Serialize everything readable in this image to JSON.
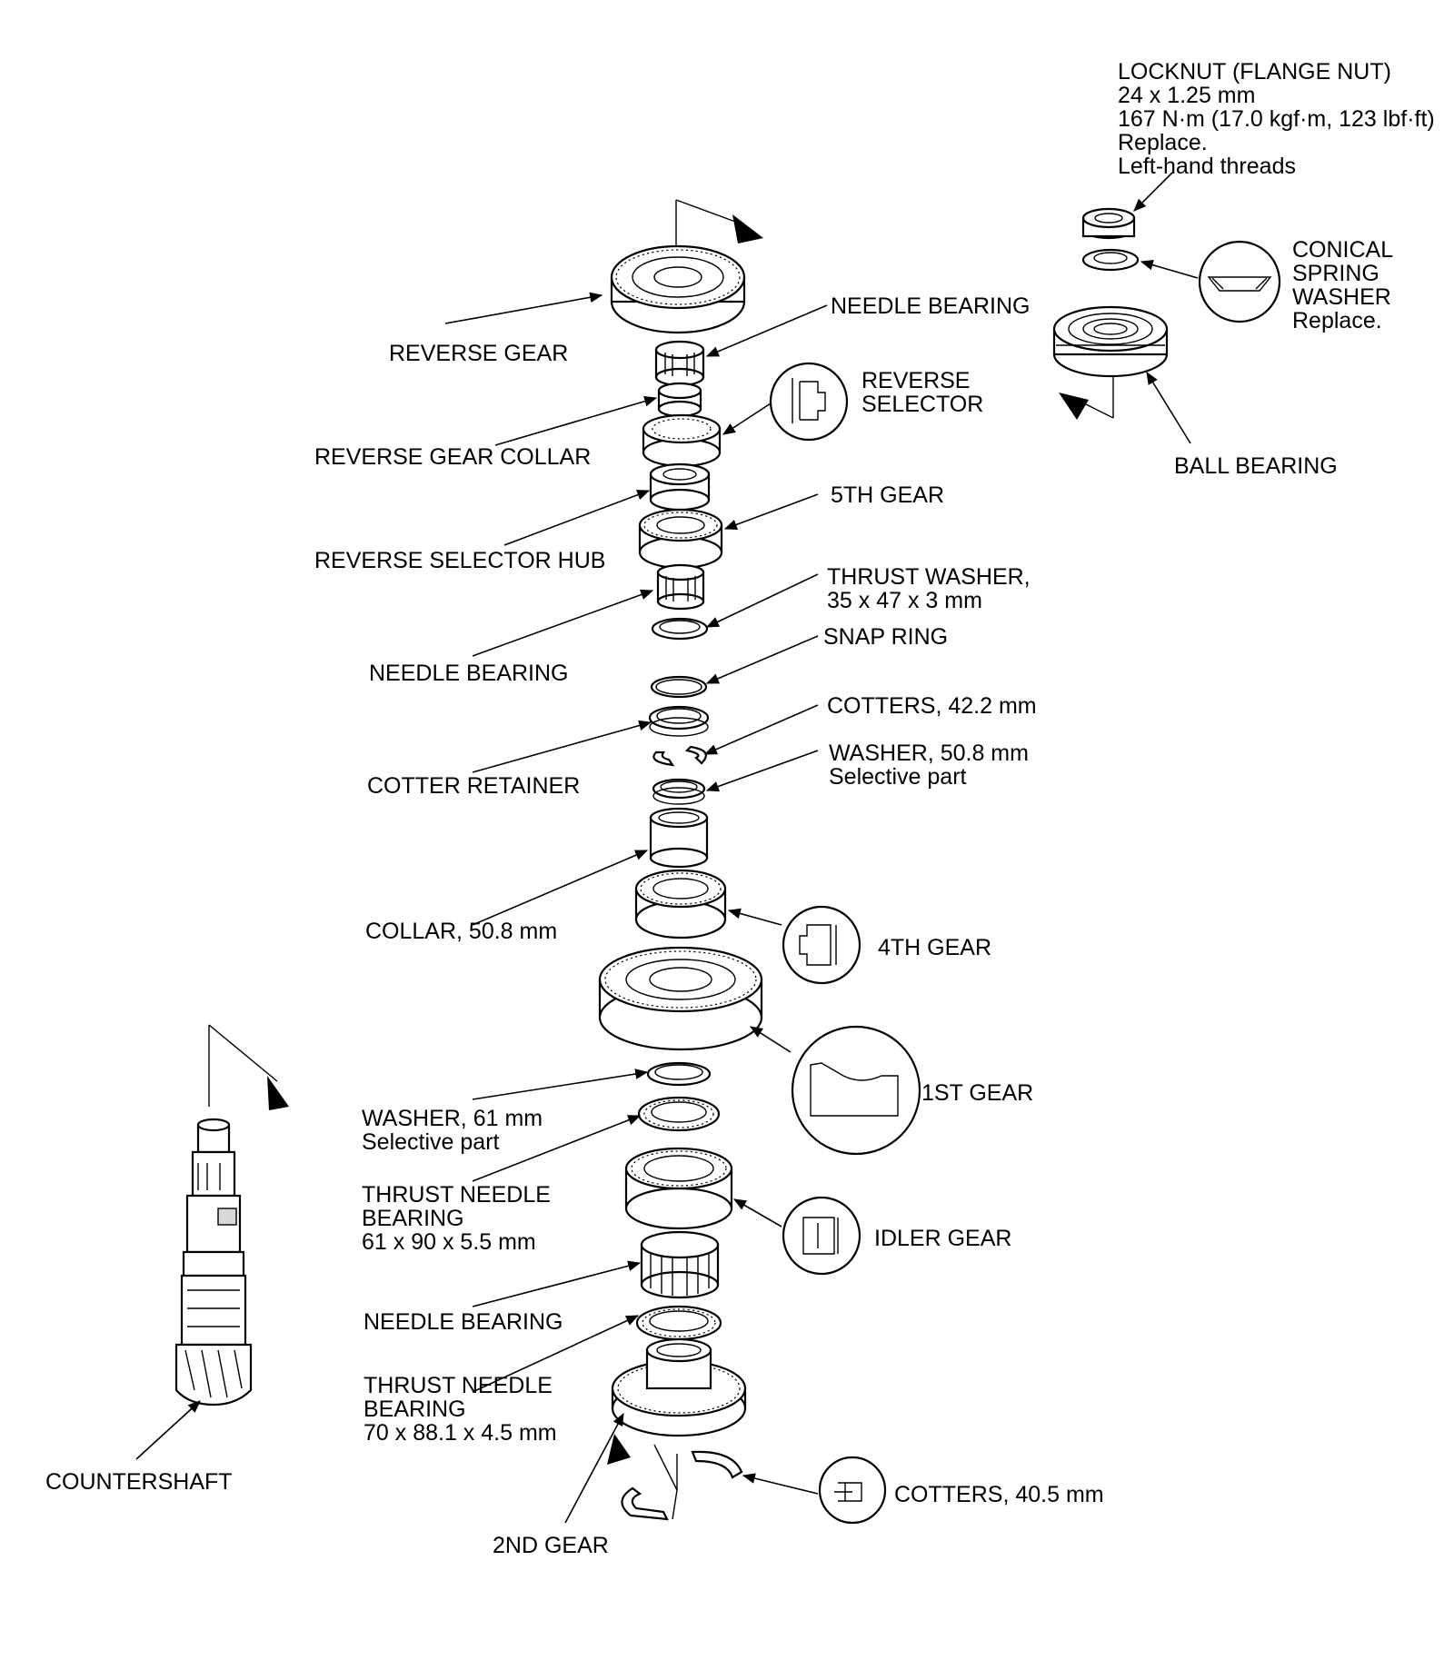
{
  "diagram": {
    "labels": {
      "locknut": [
        "LOCKNUT (FLANGE NUT)",
        "24 x 1.25 mm",
        "167 N·m (17.0 kgf·m, 123 lbf·ft)",
        "Replace.",
        "Left-hand threads"
      ],
      "conical_washer": [
        "CONICAL",
        "SPRING",
        "WASHER",
        "Replace."
      ],
      "ball_bearing": [
        "BALL BEARING"
      ],
      "reverse_gear": [
        "REVERSE GEAR"
      ],
      "needle_bearing_top": [
        "NEEDLE BEARING"
      ],
      "reverse_selector": [
        "REVERSE",
        "SELECTOR"
      ],
      "reverse_gear_collar": [
        "REVERSE GEAR COLLAR"
      ],
      "fifth_gear": [
        "5TH GEAR"
      ],
      "reverse_selector_hub": [
        "REVERSE SELECTOR HUB"
      ],
      "thrust_washer": [
        "THRUST WASHER,",
        "35 x 47 x 3 mm"
      ],
      "needle_bearing_mid": [
        "NEEDLE BEARING"
      ],
      "snap_ring": [
        "SNAP RING"
      ],
      "cotters_42": [
        "COTTERS, 42.2 mm"
      ],
      "cotter_retainer": [
        "COTTER RETAINER"
      ],
      "washer_50": [
        "WASHER, 50.8 mm",
        "Selective part"
      ],
      "collar_50": [
        "COLLAR, 50.8 mm"
      ],
      "fourth_gear": [
        "4TH GEAR"
      ],
      "first_gear": [
        "1ST GEAR"
      ],
      "washer_61": [
        "WASHER, 61 mm",
        "Selective part"
      ],
      "thrust_needle_61": [
        "THRUST NEEDLE",
        "BEARING",
        "61 x 90 x 5.5 mm"
      ],
      "idler_gear": [
        "IDLER GEAR"
      ],
      "needle_bearing_low": [
        "NEEDLE BEARING"
      ],
      "thrust_needle_70": [
        "THRUST NEEDLE",
        "BEARING",
        "70 x 88.1 x 4.5 mm"
      ],
      "countershaft": [
        "COUNTERSHAFT"
      ],
      "cotters_40": [
        "COTTERS, 40.5 mm"
      ],
      "second_gear": [
        "2ND GEAR"
      ]
    }
  }
}
